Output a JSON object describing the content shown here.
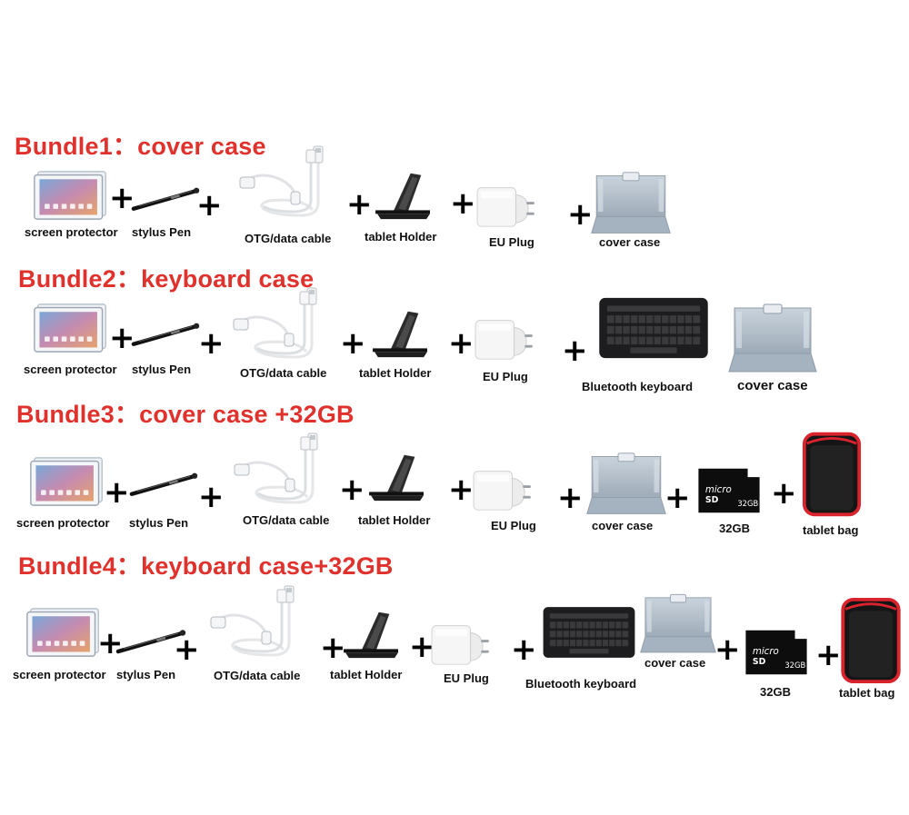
{
  "bundles": [
    {
      "title": "Bundle1：cover case",
      "items": [
        "screen protector",
        "stylus Pen",
        "OTG/data cable",
        "tablet Holder",
        "EU Plug",
        "cover case"
      ]
    },
    {
      "title": "Bundle2：keyboard case",
      "items": [
        "screen protector",
        "stylus Pen",
        "OTG/data cable",
        "tablet Holder",
        "EU Plug",
        "Bluetooth keyboard",
        "cover case"
      ]
    },
    {
      "title": "Bundle3：cover case +32GB",
      "items": [
        "screen protector",
        "stylus Pen",
        "OTG/data cable",
        "tablet Holder",
        "EU Plug",
        "cover case",
        "32GB",
        "tablet bag"
      ]
    },
    {
      "title": "Bundle4：keyboard case+32GB",
      "items": [
        "screen protector",
        "stylus Pen",
        "OTG/data cable",
        "tablet Holder",
        "EU Plug",
        "Bluetooth keyboard",
        "cover case",
        "32GB",
        "tablet bag"
      ]
    }
  ],
  "symbols": {
    "plus": "+"
  },
  "sd_card": {
    "brand": "micro SD",
    "capacity": "32GB"
  },
  "colors": {
    "title": "#e0312c",
    "case": "#b7c3cf",
    "keyboard": "#1d1d1f",
    "bag_trim": "#d9232d"
  },
  "icons": [
    "tablet-screen-icon",
    "stylus-pen-icon",
    "otg-cable-icon",
    "tablet-holder-icon",
    "eu-plug-icon",
    "cover-case-icon",
    "keyboard-icon",
    "sd-card-icon",
    "tablet-bag-icon"
  ]
}
